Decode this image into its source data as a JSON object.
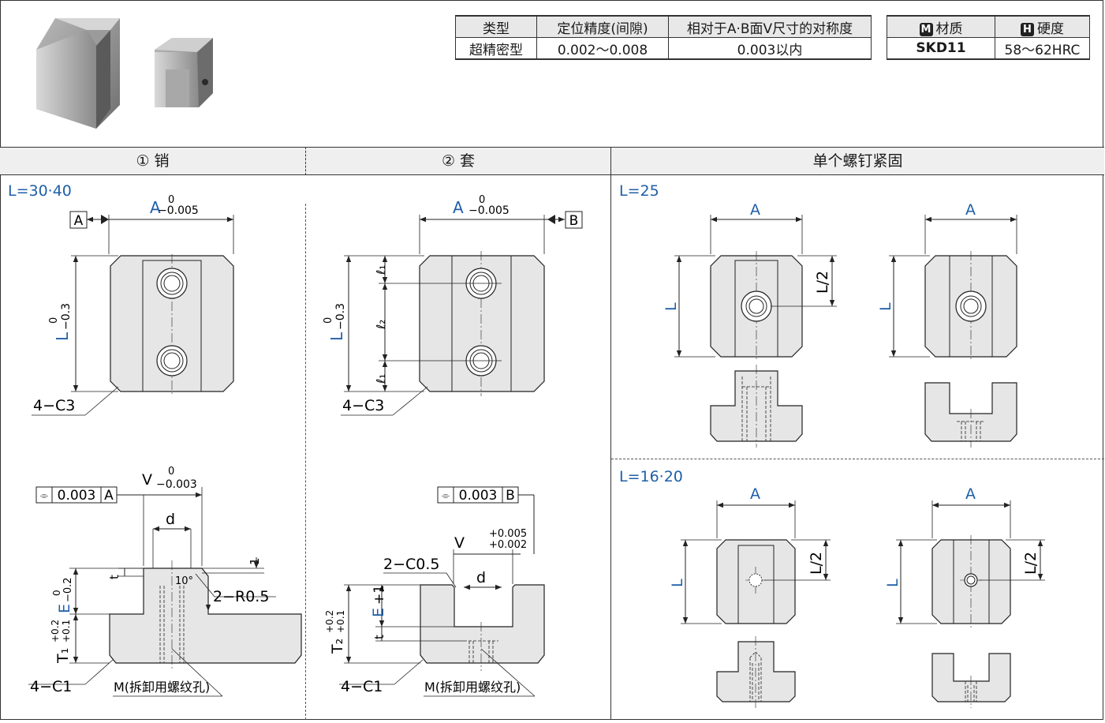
{
  "spec_table": {
    "headers": [
      "类型",
      "定位精度(间隙)",
      "相对于A·B面V尺寸的对称度"
    ],
    "row": [
      "超精密型",
      "0.002～0.008",
      "0.003以内"
    ]
  },
  "material_table": {
    "material_badge": "M",
    "material_label": "材质",
    "hardness_badge": "H",
    "hardness_label": "硬度",
    "material": "SKD11",
    "hardness": "58～62HRC"
  },
  "sections": {
    "pin": "① 销",
    "sleeve": "② 套",
    "single_screw": "单个螺钉紧固"
  },
  "pin": {
    "l_label": "L=30·40",
    "datum": "A",
    "width_dim": "A",
    "width_tol_upper": "0",
    "width_tol_lower": "−0.005",
    "length_dim": "L",
    "length_tol_upper": "0",
    "length_tol_lower": "−0.3",
    "chamfer": "4−C3",
    "sym_tol": "0.003",
    "sym_datum": "A",
    "v_dim": "V",
    "v_tol_upper": "0",
    "v_tol_lower": "−0.003",
    "d": "d",
    "t": "t",
    "one": "1",
    "angle": "10°",
    "radius": "2−R0.5",
    "e_dim": "E",
    "e_tol_upper": "0",
    "e_tol_lower": "−0.2",
    "t1_dim": "T₁",
    "t1_tol_upper": "+0.2",
    "t1_tol_lower": "+0.1",
    "chamfer_bottom": "4−C1",
    "thread_note": "M(拆卸用螺纹孔)"
  },
  "sleeve": {
    "datum": "B",
    "width_dim": "A",
    "width_tol_upper": "0",
    "width_tol_lower": "−0.005",
    "length_dim": "L",
    "length_tol_upper": "0",
    "length_tol_lower": "−0.3",
    "l1": "ℓ₁",
    "l2": "ℓ₂",
    "chamfer": "4−C3",
    "sym_tol": "0.003",
    "sym_datum": "B",
    "v_dim": "V",
    "v_tol_upper": "+0.005",
    "v_tol_lower": "+0.002",
    "chamfer_small": "2−C0.5",
    "d": "d",
    "e_dim": "E",
    "e_tol": "+1",
    "t": "t",
    "t2_dim": "T₂",
    "t2_tol_upper": "+0.2",
    "t2_tol_lower": "+0.1",
    "chamfer_bottom": "4−C1",
    "thread_note": "M(拆卸用螺纹孔)"
  },
  "single": {
    "l25_label": "L=25",
    "l16_label": "L=16·20",
    "a": "A",
    "l": "L",
    "half_l": "L/2"
  },
  "colors": {
    "blue": "#1f5fa8",
    "part_fill": "#e6e6e6",
    "header_fill": "#efefef"
  }
}
